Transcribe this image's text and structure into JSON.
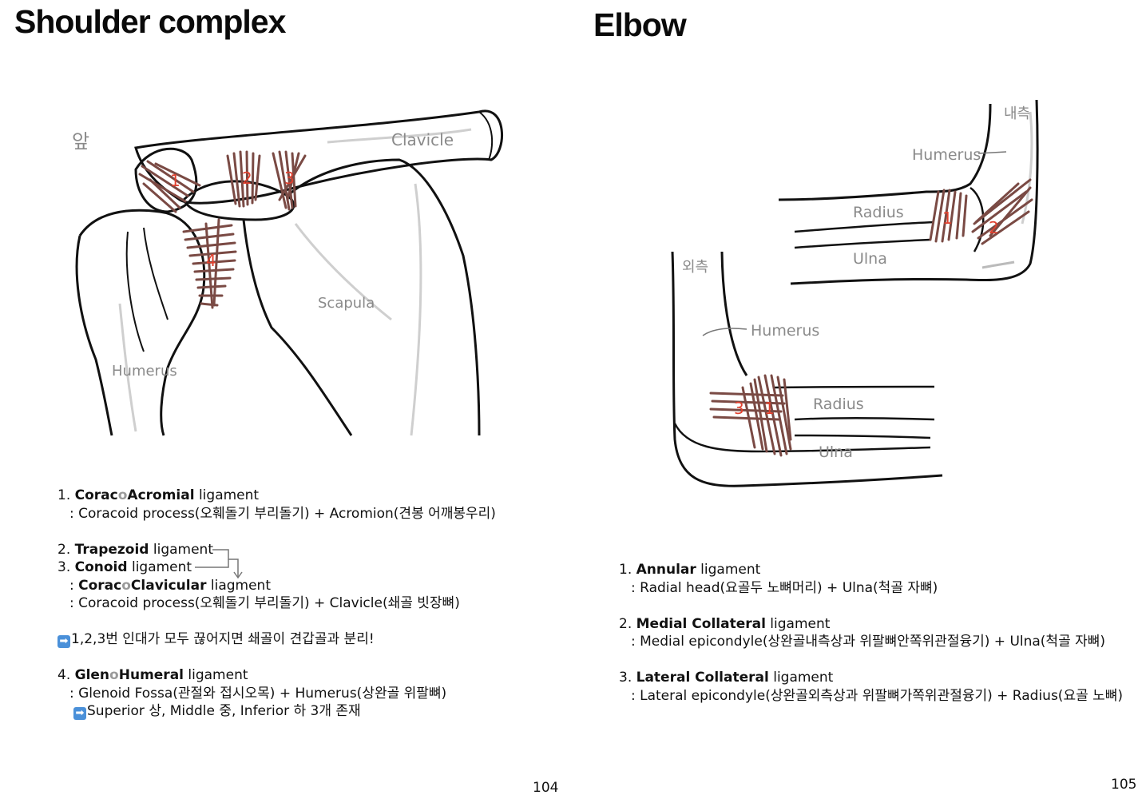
{
  "left_page": {
    "title": "Shoulder complex",
    "page_number": "104",
    "figure_labels": {
      "front": "앞",
      "clavicle": "Clavicle",
      "scapula": "Scapula",
      "humerus": "Humerus",
      "n1": "1",
      "n2": "2",
      "n3": "3",
      "n4": "4"
    },
    "notes": {
      "item1": {
        "num": "1. ",
        "name_a": "Corac",
        "name_o": "o",
        "name_b": "Acromial",
        "suffix": " ligament",
        "detail": ": Coracoid process(오훼돌기 부리돌기) + Acromion(견봉 어깨봉우리)"
      },
      "item2": {
        "num": "2. ",
        "name": "Trapezoid",
        "suffix": " ligament"
      },
      "item3": {
        "num": "3. ",
        "name": "Conoid",
        "suffix": " ligament"
      },
      "item23": {
        "name_a": "Corac",
        "name_o": "o",
        "name_b": "Clavicular",
        "suffix": " liagment",
        "detail": ": Coracoid process(오훼돌기 부리돌기) + Clavicle(쇄골 빗장뼈)"
      },
      "callout": "1,2,3번 인대가 모두 끊어지면 쇄골이 견갑골과 분리!",
      "item4": {
        "num": "4. ",
        "name_a": "Glen",
        "name_o": "o",
        "name_b": "Humeral",
        "suffix": " ligament",
        "detail": ": Glenoid Fossa(관절와 접시오목) + Humerus(상완골 위팔뼈)",
        "callout": "Superior 상, Middle 중, Inferior 하 3개 존재"
      }
    }
  },
  "right_page": {
    "title": "Elbow",
    "page_number": "105",
    "figure_labels": {
      "medial": "내측",
      "lateral": "외측",
      "humerus_top": "Humerus",
      "radius_top": "Radius",
      "ulna_top": "Ulna",
      "humerus_bottom": "Humerus",
      "radius_bottom": "Radius",
      "ulna_bottom": "Ulna",
      "n1_top": "1",
      "n2_top": "2",
      "n3_bottom": "3",
      "n1_bottom": "1"
    },
    "notes": {
      "item1": {
        "num": "1. ",
        "name": "Annular",
        "suffix": " ligament",
        "detail": ": Radial head(요골두 노뼈머리) + Ulna(척골 자뼈)"
      },
      "item2": {
        "num": "2. ",
        "name": "Medial Collateral",
        "suffix": " ligament",
        "detail": ": Medial epicondyle(상완골내측상과 위팔뼈안쪽위관절융기) + Ulna(척골 자뼈)"
      },
      "item3": {
        "num": "3. ",
        "name": "Lateral Collateral",
        "suffix": " ligament",
        "detail": ": Lateral epicondyle(상완골외측상과 위팔뼈가쪽위관절융기) + Radius(요골 노뼈)"
      }
    }
  },
  "colors": {
    "ligament": "#7a4a44",
    "number_red": "#e0402e",
    "label_grey": "#8a8a8a",
    "callout_blue": "#4a90d9"
  }
}
